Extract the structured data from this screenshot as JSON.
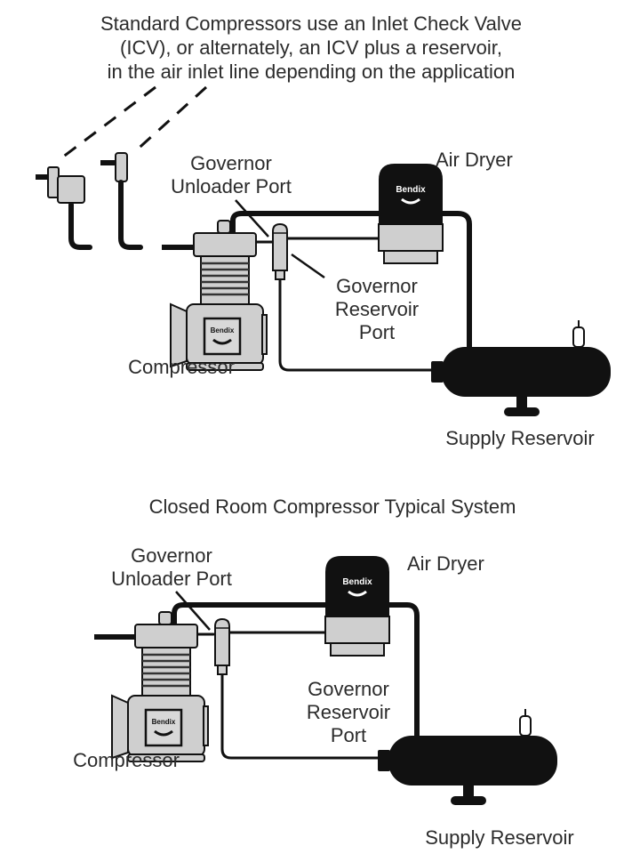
{
  "top_diagram": {
    "header_lines": [
      "Standard Compressors use an Inlet Check Valve",
      "(ICV), or alternately, an ICV plus a reservoir,",
      "in the air inlet line depending on the application"
    ],
    "labels": {
      "governor_unloader_port": [
        "Governor",
        "Unloader Port"
      ],
      "air_dryer": "Air Dryer",
      "governor_reservoir_port": [
        "Governor",
        "Reservoir",
        "Port"
      ],
      "compressor": "Compressor",
      "supply_reservoir": "Supply Reservoir"
    },
    "brand_mark": "Bendix"
  },
  "bottom_diagram": {
    "title": "Closed Room Compressor Typical System",
    "labels": {
      "governor_unloader_port": [
        "Governor",
        "Unloader Port"
      ],
      "air_dryer": "Air Dryer",
      "governor_reservoir_port": [
        "Governor",
        "Reservoir",
        "Port"
      ],
      "compressor": "Compressor",
      "supply_reservoir": "Supply Reservoir"
    },
    "brand_mark": "Bendix"
  }
}
